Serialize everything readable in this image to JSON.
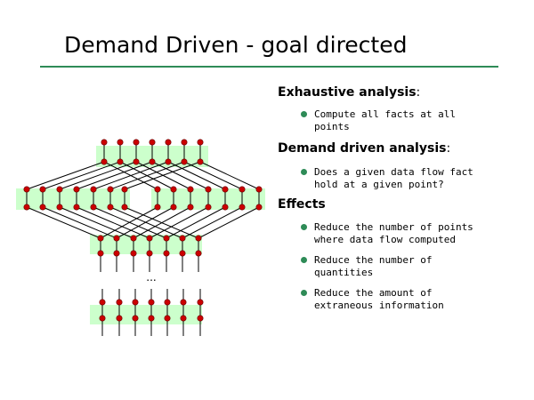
{
  "slide": {
    "title": "Demand Driven - goal directed",
    "sections": [
      {
        "heading": "Exhaustive analysis",
        "suffix": ":",
        "bullets": [
          "Compute all facts at all points"
        ]
      },
      {
        "heading": "Demand driven analysis",
        "suffix": ":",
        "bullets": [
          "Does a given data flow fact hold at a given point?"
        ]
      },
      {
        "heading": "Effects",
        "suffix": "",
        "bullets": [
          "Reduce the number of points where data flow computed",
          "Reduce the number of quantities",
          "Reduce the amount of extraneous information"
        ]
      }
    ]
  },
  "diagram": {
    "ellipsis": "...",
    "colors": {
      "band": "#ccffcc",
      "node": "#cc0000",
      "line": "#000000",
      "rule": "#2e8b57",
      "bullet": "#2e8b57"
    }
  }
}
